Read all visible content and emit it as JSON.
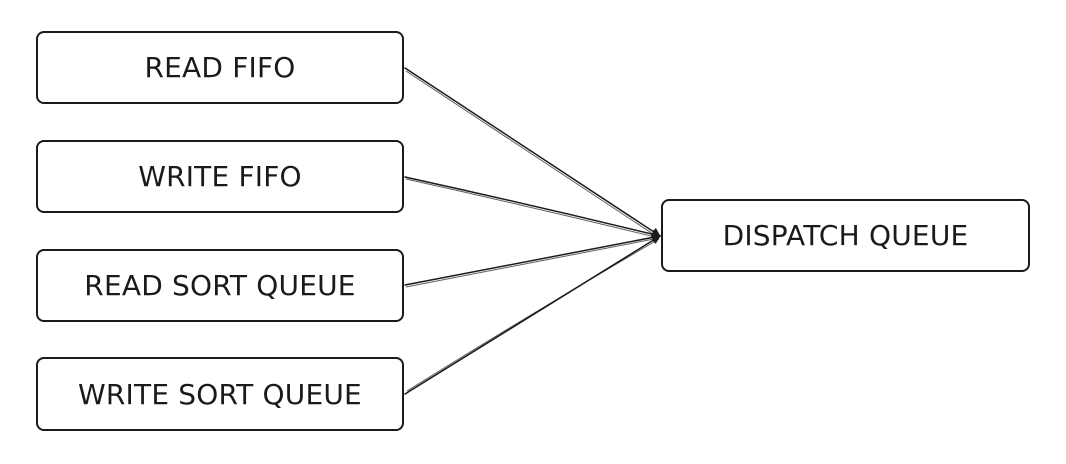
{
  "nodes": {
    "read_fifo": "READ FIFO",
    "write_fifo": "WRITE FIFO",
    "read_sort_queue": "READ SORT QUEUE",
    "write_sort_queue": "WRITE SORT QUEUE",
    "dispatch_queue": "DISPATCH QUEUE"
  },
  "edges": [
    {
      "from": "read_fifo",
      "to": "dispatch_queue"
    },
    {
      "from": "write_fifo",
      "to": "dispatch_queue"
    },
    {
      "from": "read_sort_queue",
      "to": "dispatch_queue"
    },
    {
      "from": "write_sort_queue",
      "to": "dispatch_queue"
    }
  ],
  "colors": {
    "stroke": "#1a1a1a",
    "background": "#ffffff"
  }
}
